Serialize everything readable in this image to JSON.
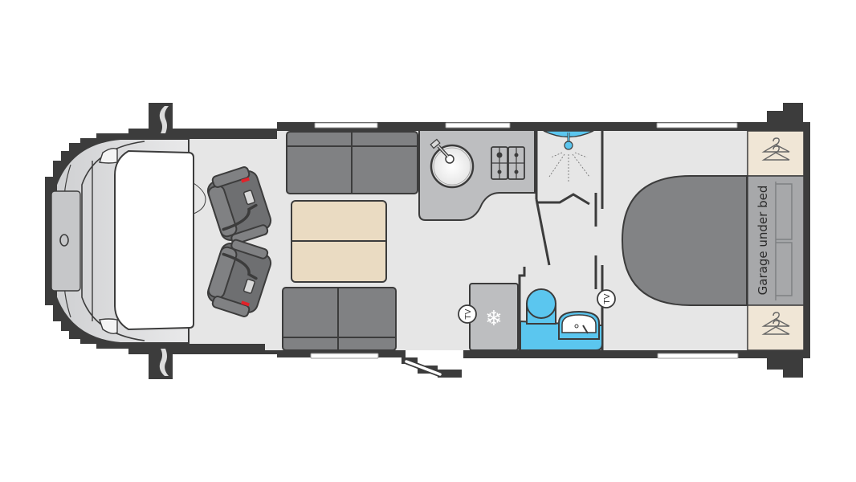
{
  "diagram": {
    "type": "motorhome-floorplan",
    "orientation": "cab-left",
    "colors": {
      "wall": "#3c3c3c",
      "floor": "#e6e6e6",
      "seat_dark": "#808183",
      "worktop": "#bdbec0",
      "table": "#eadbc2",
      "water_blue": "#5bc6ef",
      "bed": "#828385",
      "wardrobe": "#f0e6d6",
      "garage": "#a7a8aa",
      "window": "#ffffff",
      "belt_red": "#e2222a"
    },
    "labels": {
      "garage": "Garage under bed",
      "tv_1": "TV",
      "tv_2": "TV",
      "fridge_icon": "❄"
    },
    "zones": [
      {
        "name": "cab",
        "items": [
          "driver-seat",
          "passenger-seat",
          "dashboard",
          "windscreen"
        ]
      },
      {
        "name": "lounge",
        "items": [
          "front-sofa",
          "rear-sofa",
          "dining-table"
        ]
      },
      {
        "name": "kitchen",
        "items": [
          "round-sink",
          "four-burner-hob",
          "worktop",
          "fridge"
        ]
      },
      {
        "name": "washroom",
        "items": [
          "shower",
          "toilet",
          "washbasin"
        ]
      },
      {
        "name": "bedroom",
        "items": [
          "island-bed",
          "wardrobe-left",
          "wardrobe-right",
          "garage-under-bed"
        ]
      }
    ]
  }
}
